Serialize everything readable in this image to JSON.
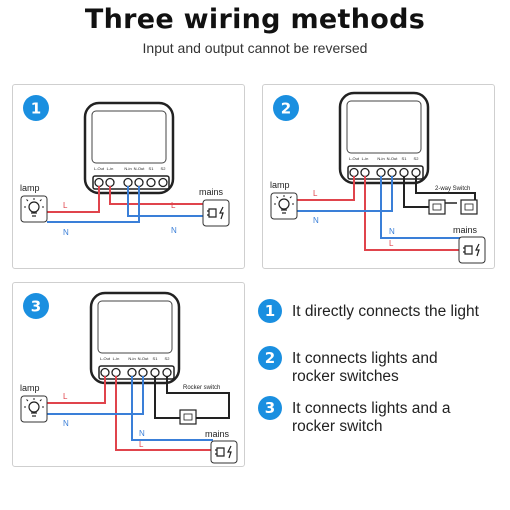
{
  "header": {
    "title": "Three  wiring methods",
    "subtitle": "Input and output cannot be reversed"
  },
  "terminals": [
    "L-Out",
    "L-in",
    "N-in",
    "N-Out",
    "S1",
    "S2"
  ],
  "wire_labels": {
    "live": "L",
    "neutral": "N"
  },
  "lamp_label": "lamp",
  "mains_label": "mains",
  "diagrams": [
    {
      "number": "1"
    },
    {
      "number": "2",
      "switch_label": "2-way Switch"
    },
    {
      "number": "3",
      "switch_label": "Rocker switch"
    }
  ],
  "legend": [
    {
      "number": "1",
      "text": "It directly connects the light"
    },
    {
      "number": "2",
      "text": "It connects lights and rocker switches"
    },
    {
      "number": "3",
      "text": "It connects lights and a rocker switch"
    }
  ],
  "colors": {
    "badge": "#1a8fe0",
    "live": "#e0444c",
    "neutral": "#3a7fd8",
    "wire": "#222222"
  }
}
